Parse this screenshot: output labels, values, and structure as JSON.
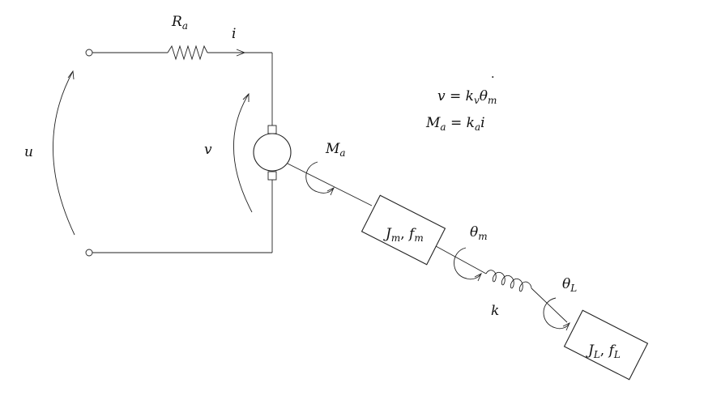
{
  "labels": {
    "resistor": {
      "main": "R",
      "sub": "a"
    },
    "current": "i",
    "input_voltage": "u",
    "back_emf": "v",
    "motor_torque": {
      "main": "M",
      "sub": "a"
    },
    "motor_block": {
      "J": "J",
      "Jsub": "m",
      "sep": ", ",
      "f": "f",
      "fsub": "m"
    },
    "motor_angle": {
      "main": "θ",
      "sub": "m"
    },
    "spring": "k",
    "load_angle": {
      "main": "θ",
      "sub": "L"
    },
    "load_block": {
      "J": "J",
      "Jsub": "L",
      "sep": ", ",
      "f": "f",
      "fsub": "L"
    }
  },
  "equations": {
    "eq1": {
      "lhs": "v",
      "eq": " = ",
      "k": "k",
      "ksub": "v",
      "theta": "θ",
      "tsub": "m",
      "dot": "˙"
    },
    "eq2": {
      "lhs": "M",
      "lhssub": "a",
      "eq": " = ",
      "k": "k",
      "ksub": "a",
      "rhs": "i"
    }
  }
}
